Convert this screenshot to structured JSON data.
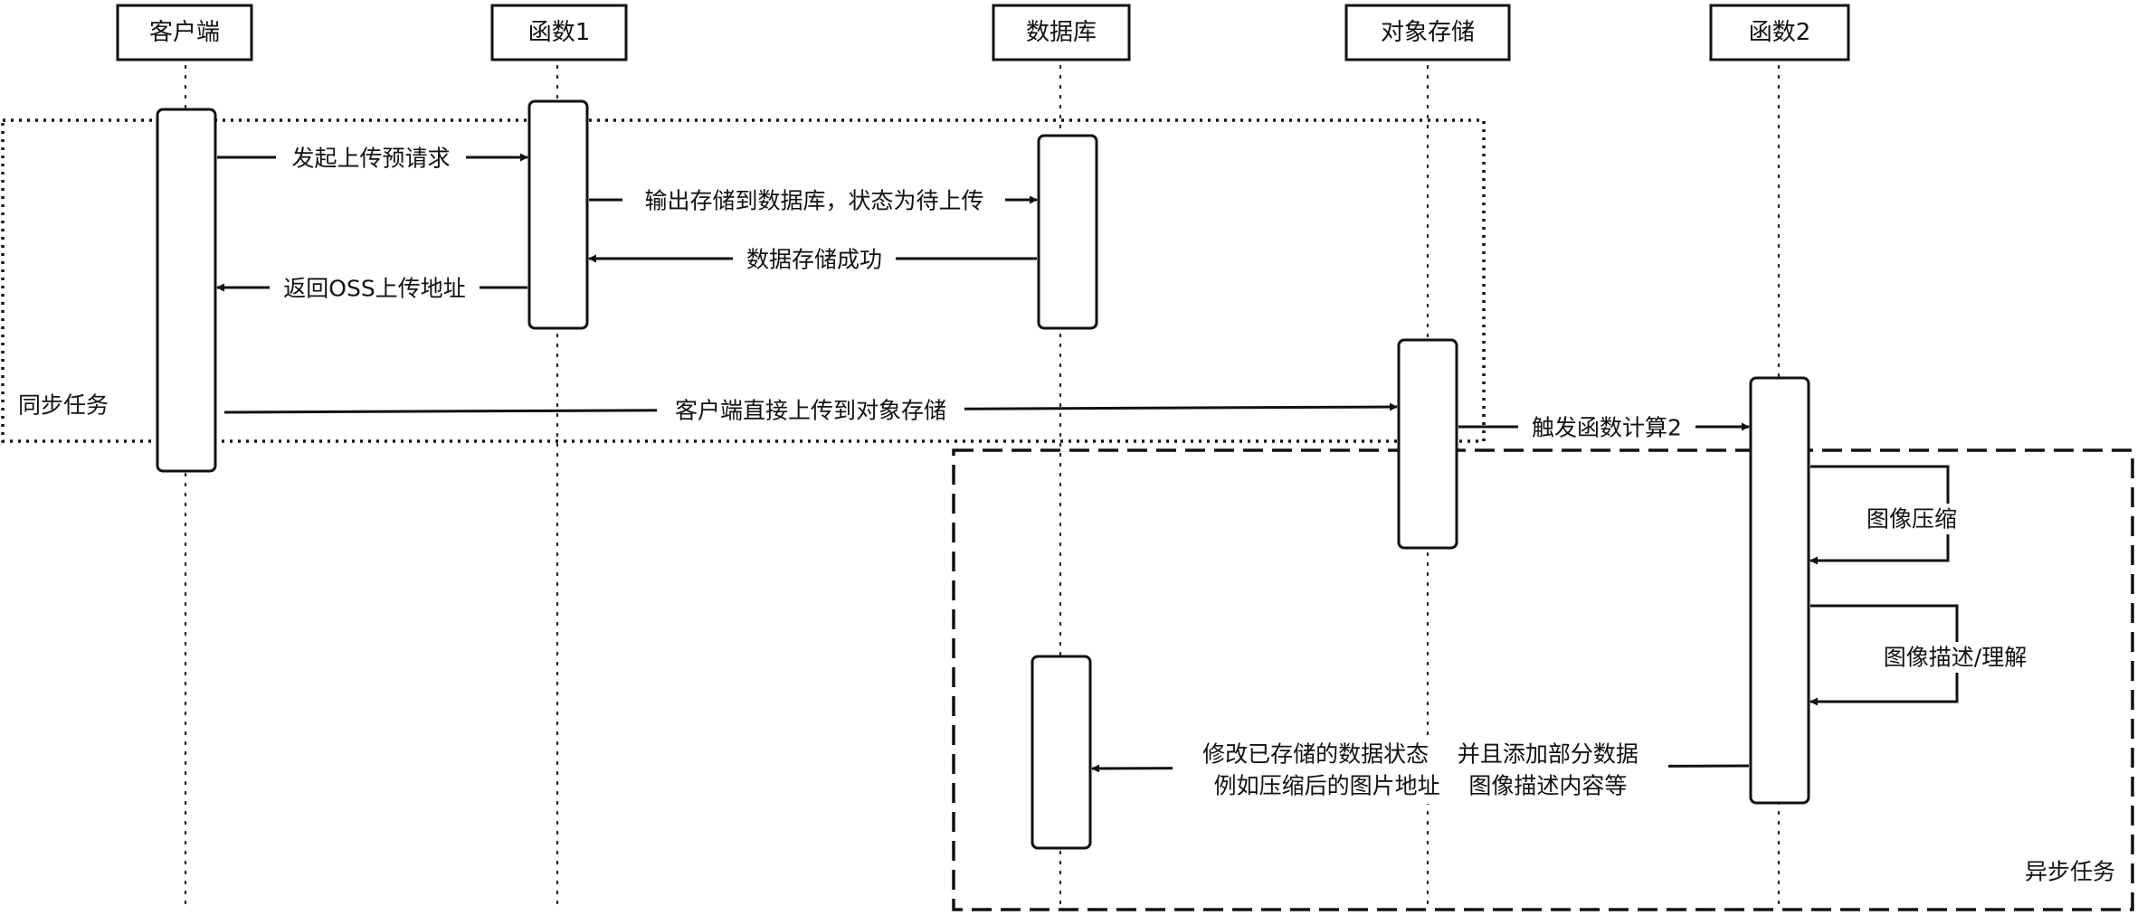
{
  "participants": [
    {
      "id": "client",
      "label": "客户端"
    },
    {
      "id": "func1",
      "label": "函数1"
    },
    {
      "id": "db",
      "label": "数据库"
    },
    {
      "id": "oss",
      "label": "对象存储"
    },
    {
      "id": "func2",
      "label": "函数2"
    }
  ],
  "messages": [
    {
      "id": "m1",
      "from": "client",
      "to": "func1",
      "label": "发起上传预请求"
    },
    {
      "id": "m2",
      "from": "func1",
      "to": "db",
      "label": "输出存储到数据库，状态为待上传"
    },
    {
      "id": "m3",
      "from": "db",
      "to": "func1",
      "label": "数据存储成功"
    },
    {
      "id": "m4",
      "from": "func1",
      "to": "client",
      "label": "返回OSS上传地址"
    },
    {
      "id": "m5",
      "from": "client",
      "to": "oss",
      "label": "客户端直接上传到对象存储"
    },
    {
      "id": "m6",
      "from": "oss",
      "to": "func2",
      "label": "触发函数计算2"
    },
    {
      "id": "m7",
      "from": "func2",
      "to": "func2",
      "label": "图像压缩"
    },
    {
      "id": "m8",
      "from": "func2",
      "to": "func2",
      "label": "图像描述/理解"
    },
    {
      "id": "m9",
      "from": "func2",
      "to": "db",
      "label_lines": [
        "修改已存储的数据状态    并且添加部分数据",
        "例如压缩后的图片地址    图像描述内容等"
      ]
    }
  ],
  "frames": [
    {
      "id": "sync",
      "label": "同步任务"
    },
    {
      "id": "async",
      "label": "异步任务"
    }
  ]
}
